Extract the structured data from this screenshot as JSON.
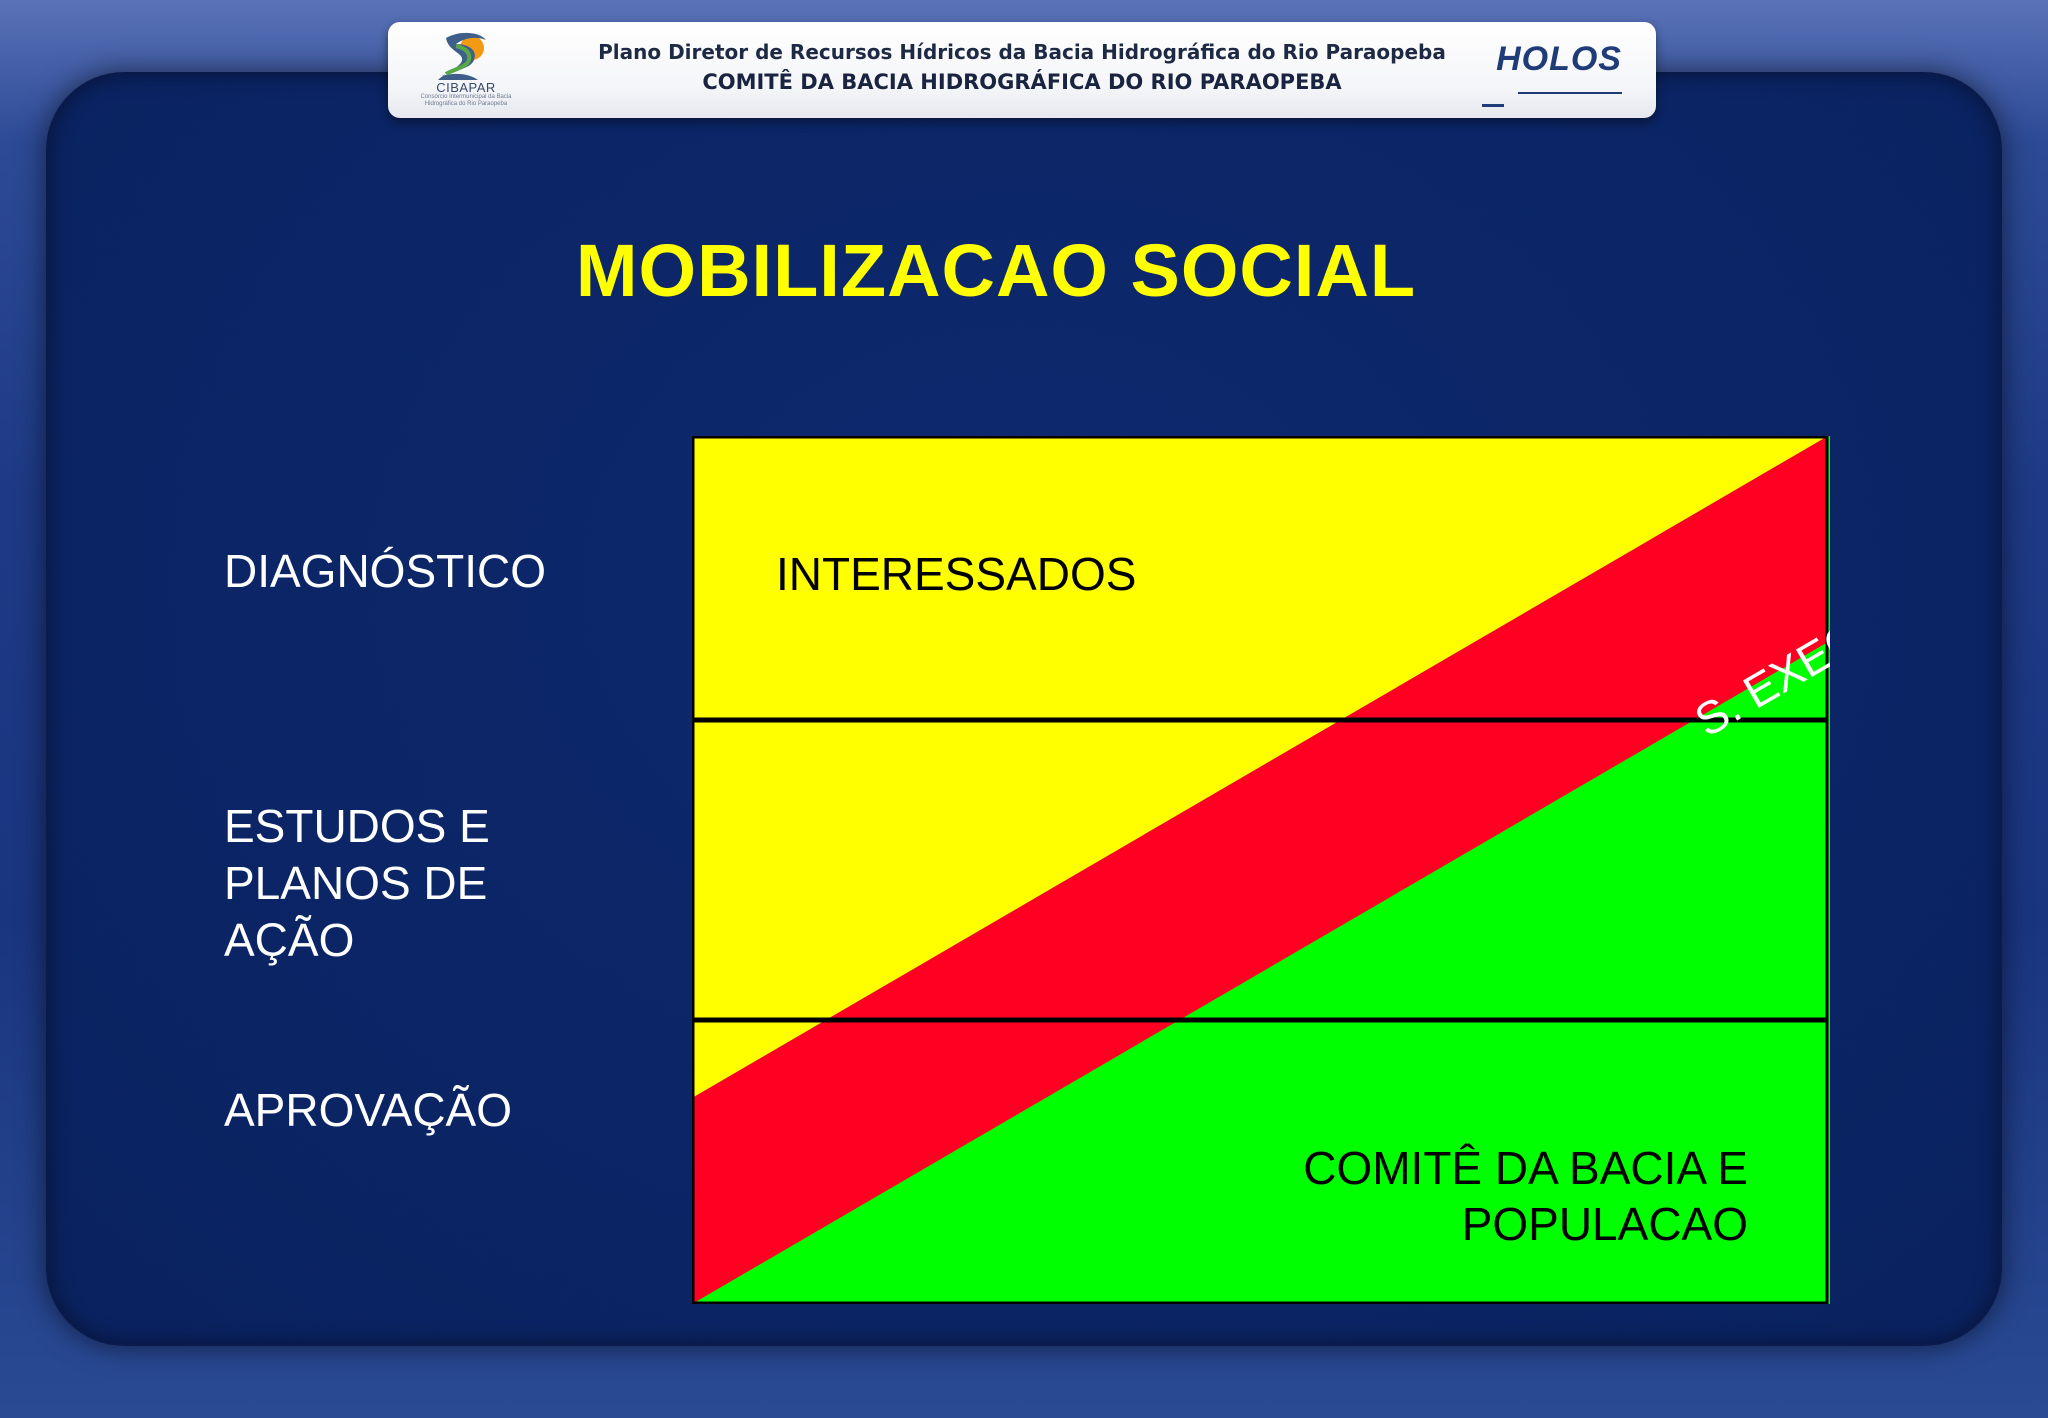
{
  "header": {
    "line1": "Plano Diretor de Recursos Hídricos da Bacia Hidrográfica do Rio Paraopeba",
    "line2": "COMITÊ DA BACIA HIDROGRÁFICA DO RIO PARAOPEBA",
    "left_logo": {
      "name": "CIBAPAR",
      "subtitle": "Consórcio Intermunicipal da Bacia Hidrográfica do Rio Paraopeba"
    },
    "right_logo": {
      "name": "HOLOS"
    }
  },
  "title": "MOBILIZACAO SOCIAL",
  "row_labels": {
    "diagnostico": "DIAGNÓSTICO",
    "estudos": [
      "ESTUDOS E",
      "PLANOS DE",
      "AÇÃO"
    ],
    "aprovacao": "APROVAÇÃO"
  },
  "diagram": {
    "top_region_label": "INTERESSADOS",
    "band_label": "S. EXEC. + GTAP + HOLOS",
    "bottom_region_label": [
      "COMITÊ DA BACIA E",
      "POPULACAO"
    ],
    "colors": {
      "top_region": "#ffff00",
      "band": "#ff0023",
      "bottom_region": "#00ff00",
      "page_background": "#0b2566",
      "title": "#ffff00"
    }
  }
}
